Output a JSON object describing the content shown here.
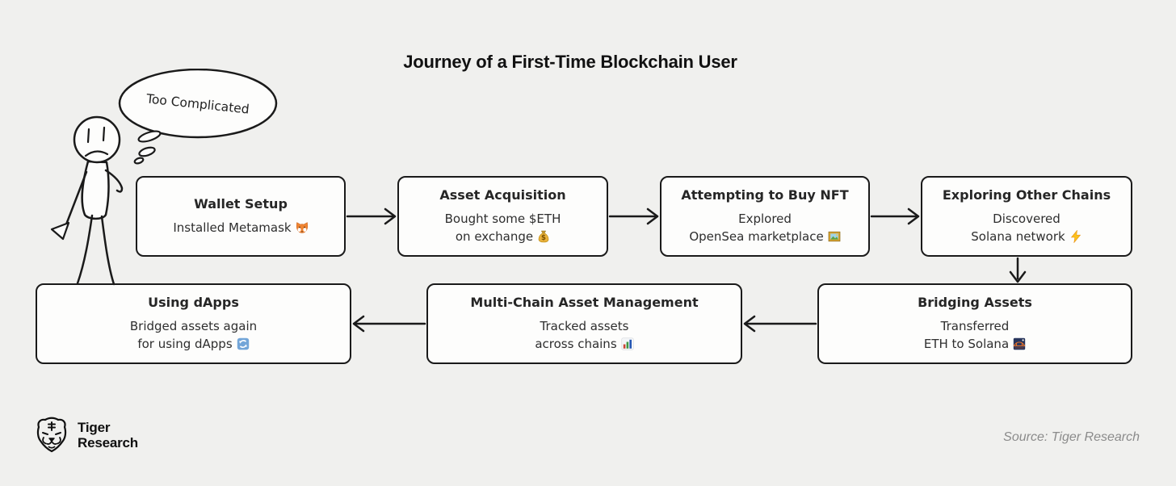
{
  "page": {
    "title": "Journey of a First-Time Blockchain User",
    "source_note": "Source: Tiger Research"
  },
  "colors": {
    "background": "#f0f0ee",
    "box_fill": "#fdfdfc",
    "line": "#1a1a1a",
    "text": "#2e2e2e",
    "source_text": "#8b8b8b"
  },
  "thought_bubble": {
    "text": "Too Complicated"
  },
  "steps": [
    {
      "title": "Wallet Setup",
      "lines": [
        "Installed Metamask"
      ],
      "emoji": "🦊",
      "emoji_name": "fox"
    },
    {
      "title": "Asset Acquisition",
      "lines": [
        "Bought some $ETH",
        "on exchange"
      ],
      "emoji": "💰",
      "emoji_name": "money-bag"
    },
    {
      "title": "Attempting to Buy NFT",
      "lines": [
        "Explored",
        "OpenSea marketplace"
      ],
      "emoji": "🖼️",
      "emoji_name": "framed-picture"
    },
    {
      "title": "Exploring Other Chains",
      "lines": [
        "Discovered",
        "Solana network"
      ],
      "emoji": "⚡",
      "emoji_name": "high-voltage"
    },
    {
      "title": "Bridging Assets",
      "lines": [
        "Transferred",
        "ETH to Solana"
      ],
      "emoji": "🌉",
      "emoji_name": "bridge-at-night"
    },
    {
      "title": "Multi-Chain Asset Management",
      "lines": [
        "Tracked assets",
        "across chains"
      ],
      "emoji": "📊",
      "emoji_name": "bar-chart"
    },
    {
      "title": "Using dApps",
      "lines": [
        "Bridged assets again",
        "for using dApps"
      ],
      "emoji": "🔄",
      "emoji_name": "counterclockwise-arrows"
    }
  ],
  "branding": {
    "name_line1": "Tiger",
    "name_line2": "Research"
  }
}
